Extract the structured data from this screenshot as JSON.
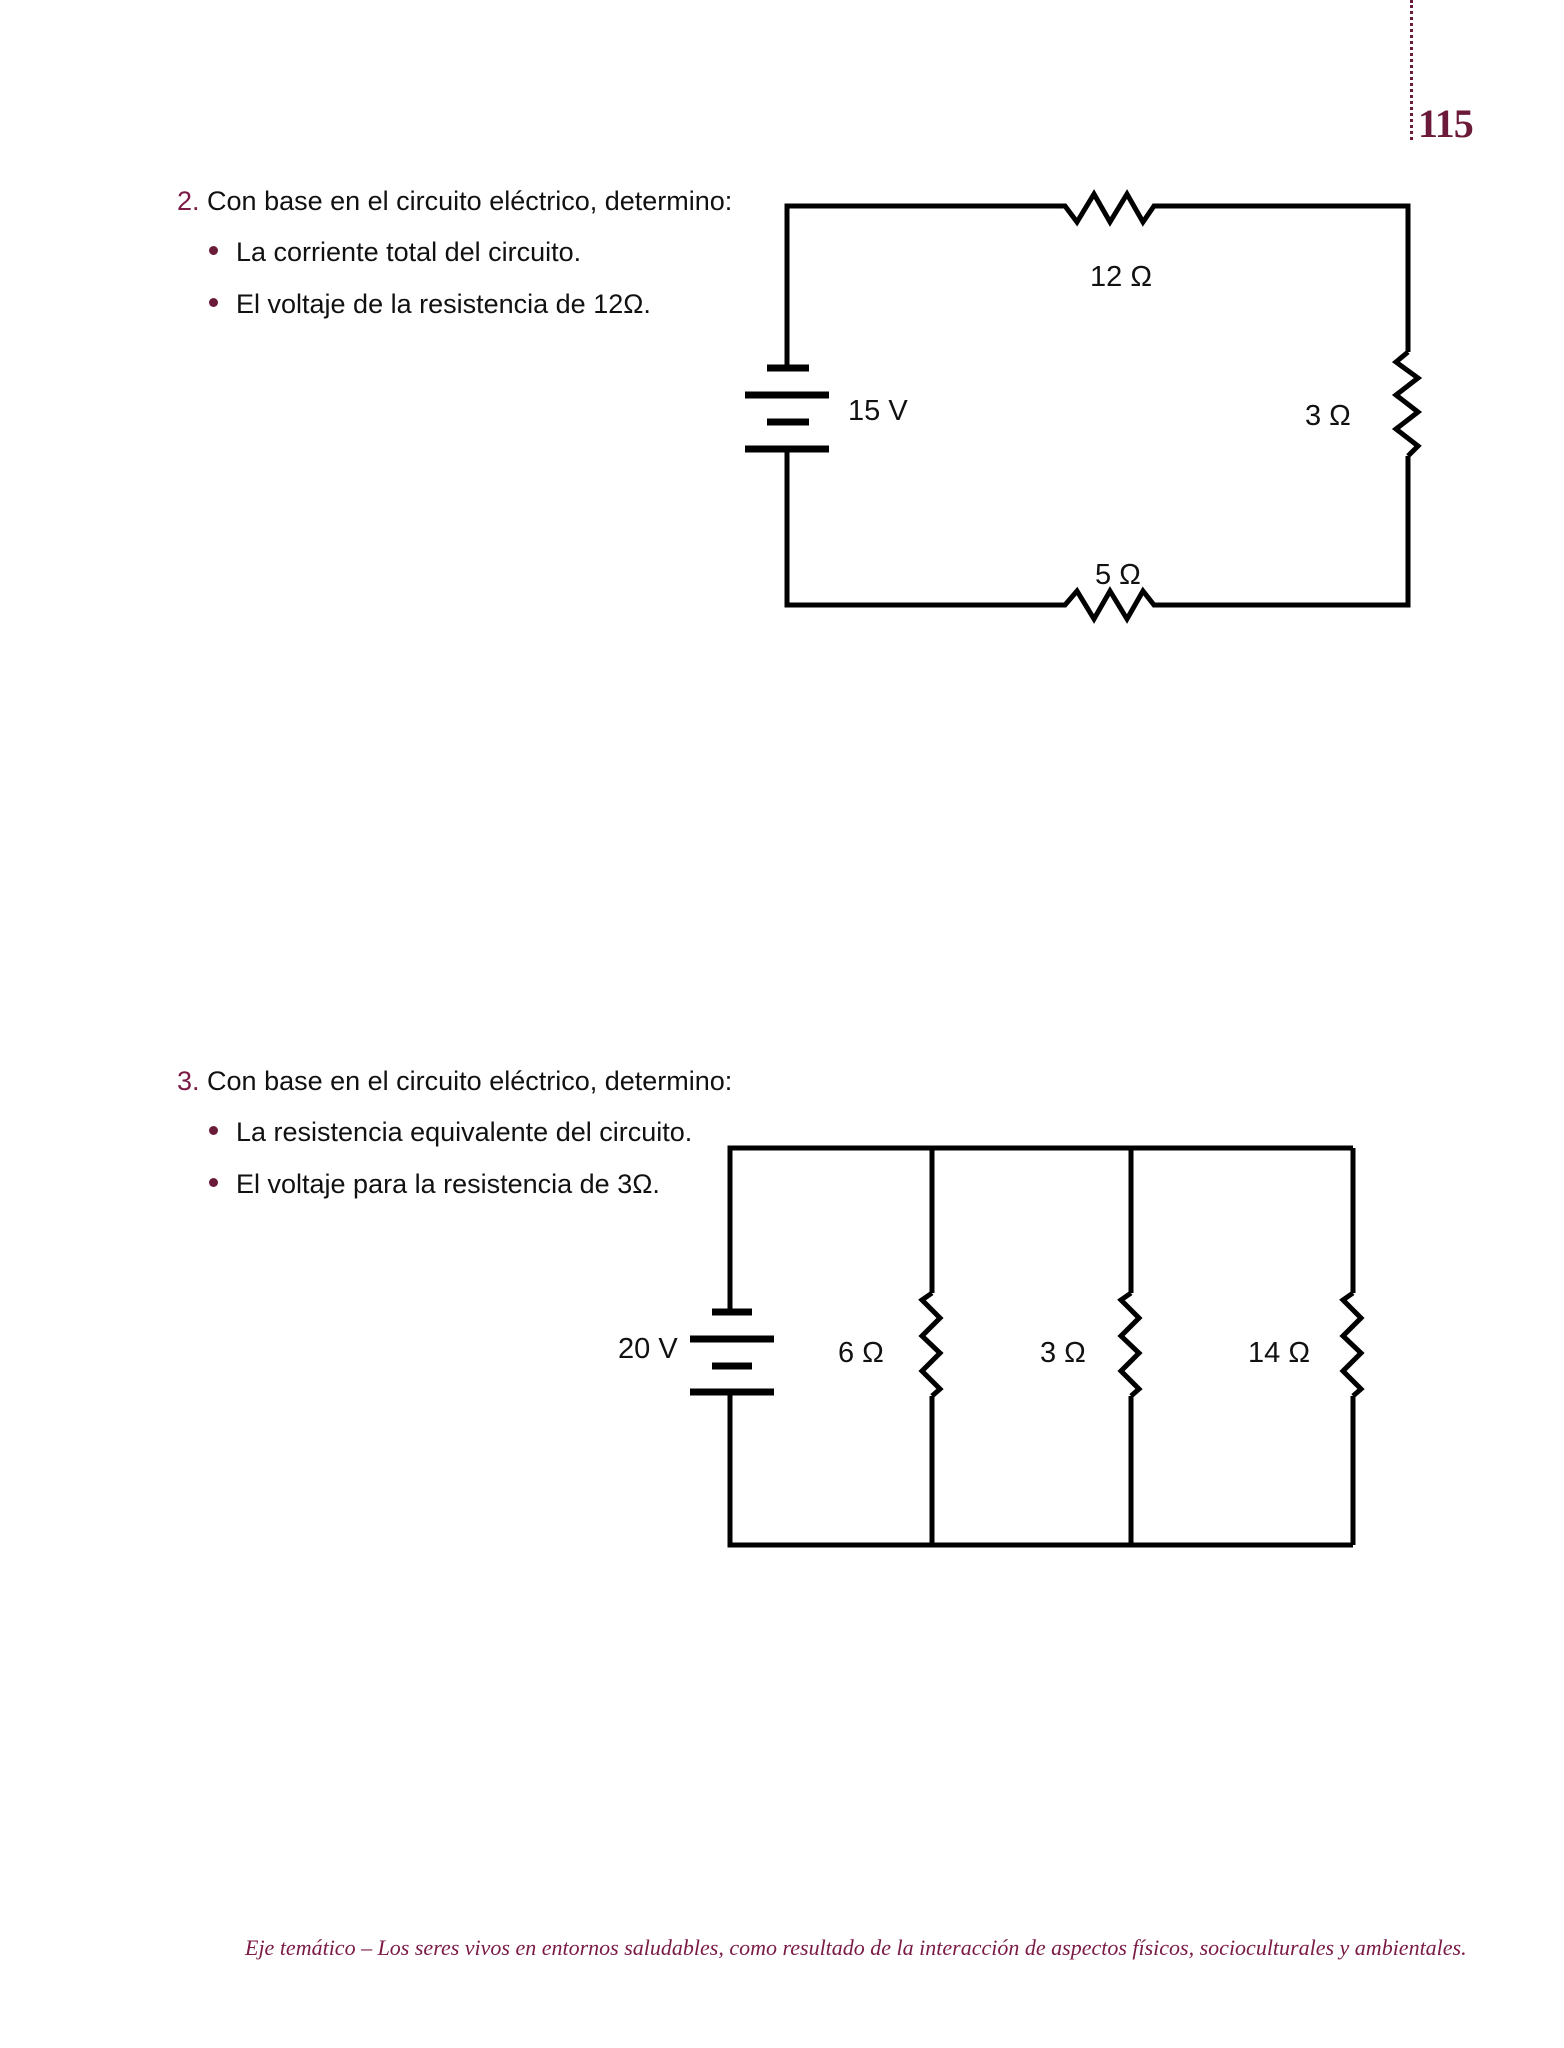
{
  "page": {
    "number": "115",
    "accent_color": "#6b1a3a"
  },
  "questions": [
    {
      "number": "2.",
      "prompt": "Con base en el circuito eléctrico, determino:",
      "bullets": [
        "La corriente total del circuito.",
        "El voltaje de la resistencia de 12Ω."
      ],
      "circuit": {
        "type": "series",
        "source_label": "15 V",
        "resistors": [
          {
            "position": "top",
            "label": "12 Ω"
          },
          {
            "position": "right",
            "label": "3 Ω"
          },
          {
            "position": "bottom",
            "label": "5 Ω"
          }
        ]
      }
    },
    {
      "number": "3.",
      "prompt": "Con base en el circuito eléctrico, determino:",
      "bullets": [
        "La resistencia equivalente del circuito.",
        "El voltaje para la resistencia de 3Ω."
      ],
      "circuit": {
        "type": "parallel",
        "source_label": "20 V",
        "resistors": [
          {
            "branch": 1,
            "label": "6 Ω"
          },
          {
            "branch": 2,
            "label": "3 Ω"
          },
          {
            "branch": 3,
            "label": "14 Ω"
          }
        ]
      }
    }
  ],
  "footer": {
    "text": "Eje temático  – Los seres vivos en entornos saludables, como resultado de la interacción de aspectos físicos, socioculturales y ambientales."
  }
}
